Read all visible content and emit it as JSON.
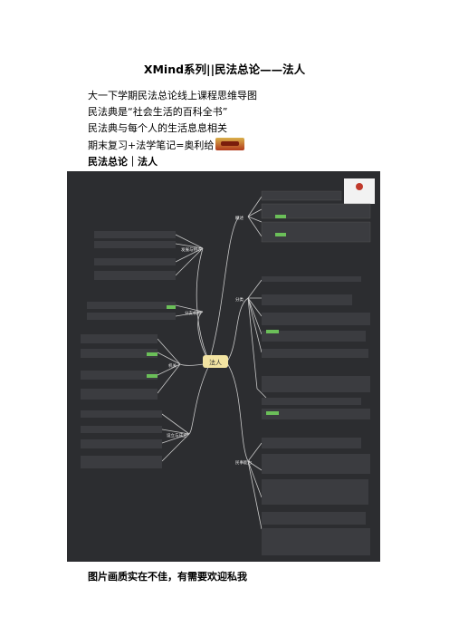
{
  "document": {
    "title": "XMind系列||民法总论——法人",
    "lines": [
      "大一下学期民法总论线上课程思维导图",
      "民法典是“社会生活的百科全书”",
      "民法典与每个人的生活息息相关",
      "期末复习+法学笔记=奥利给"
    ],
    "section_heading": "民法总论｜法人",
    "caption": "图片画质实在不佳，有需要欢迎私我"
  },
  "mindmap": {
    "center": "法人",
    "left_branches": [
      "发展与特点",
      "分支机构",
      "机关",
      "设立与成立"
    ],
    "right_branches": [
      "概述",
      "分类",
      "民事能力"
    ],
    "colors": {
      "background": "#2c2d30",
      "center": "#f3e4a2",
      "accent": "#6bbf59",
      "line": "#c8c8c8"
    }
  }
}
